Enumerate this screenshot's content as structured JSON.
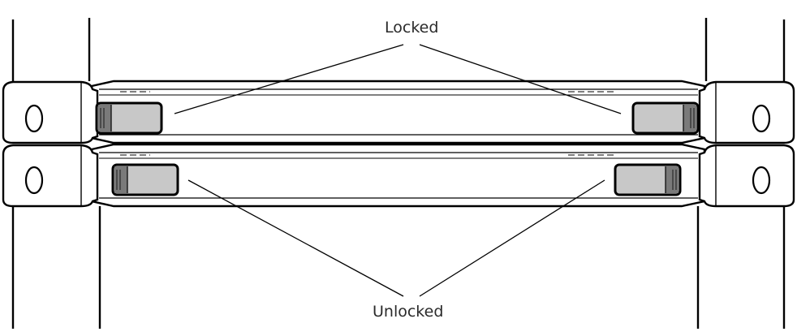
{
  "labels": {
    "locked": "Locked",
    "unlocked": "Unlocked"
  },
  "colors": {
    "outline": "#000000",
    "latch_fill": "#c8c8c8",
    "latch_shadow": "#7a7a7a",
    "background": "#ffffff"
  },
  "states": {
    "top_rung": "locked",
    "bottom_rung": "unlocked"
  }
}
